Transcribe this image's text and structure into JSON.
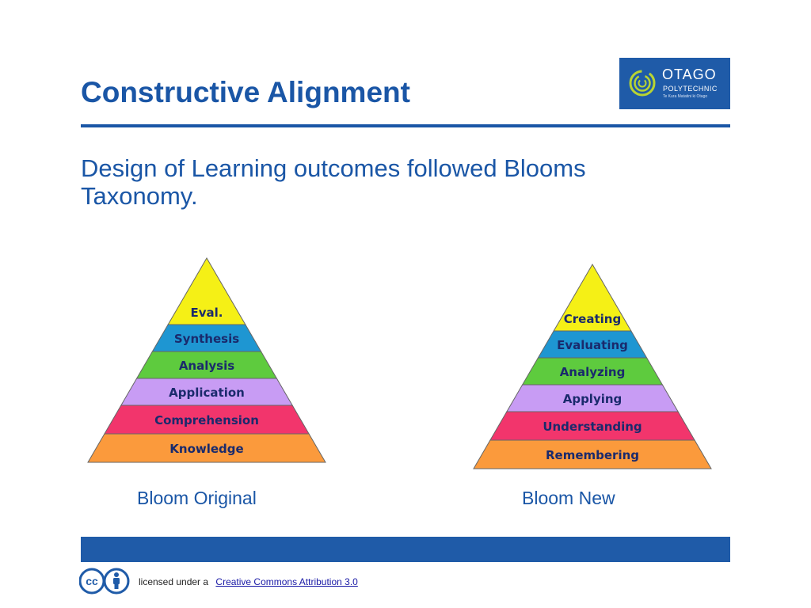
{
  "slide": {
    "title": "Constructive Alignment",
    "subtitle": "Design of Learning outcomes followed Blooms Taxonomy."
  },
  "logo": {
    "name": "OTAGO",
    "sub": "POLYTECHNIC",
    "tagline": "Te Kura Matatini ki Otago",
    "icon": "otago-ring-icon"
  },
  "pyramids": [
    {
      "caption": "Bloom Original",
      "levels": [
        {
          "label": "Eval.",
          "color": "#f5f016"
        },
        {
          "label": "Synthesis",
          "color": "#1e96d2"
        },
        {
          "label": "Analysis",
          "color": "#5ecb3e"
        },
        {
          "label": "Application",
          "color": "#c89cf4"
        },
        {
          "label": "Comprehension",
          "color": "#f2356c"
        },
        {
          "label": "Knowledge",
          "color": "#fb9a3c"
        }
      ]
    },
    {
      "caption": "Bloom New",
      "levels": [
        {
          "label": "Creating",
          "color": "#f5f016"
        },
        {
          "label": "Evaluating",
          "color": "#1e96d2"
        },
        {
          "label": "Analyzing",
          "color": "#5ecb3e"
        },
        {
          "label": "Applying",
          "color": "#c89cf4"
        },
        {
          "label": "Understanding",
          "color": "#f2356c"
        },
        {
          "label": "Remembering",
          "color": "#fb9a3c"
        }
      ]
    }
  ],
  "footer": {
    "license_text": "licensed under a",
    "license_link": "Creative Commons Attribution 3.0",
    "badge_icon": "cc-by-icon"
  }
}
